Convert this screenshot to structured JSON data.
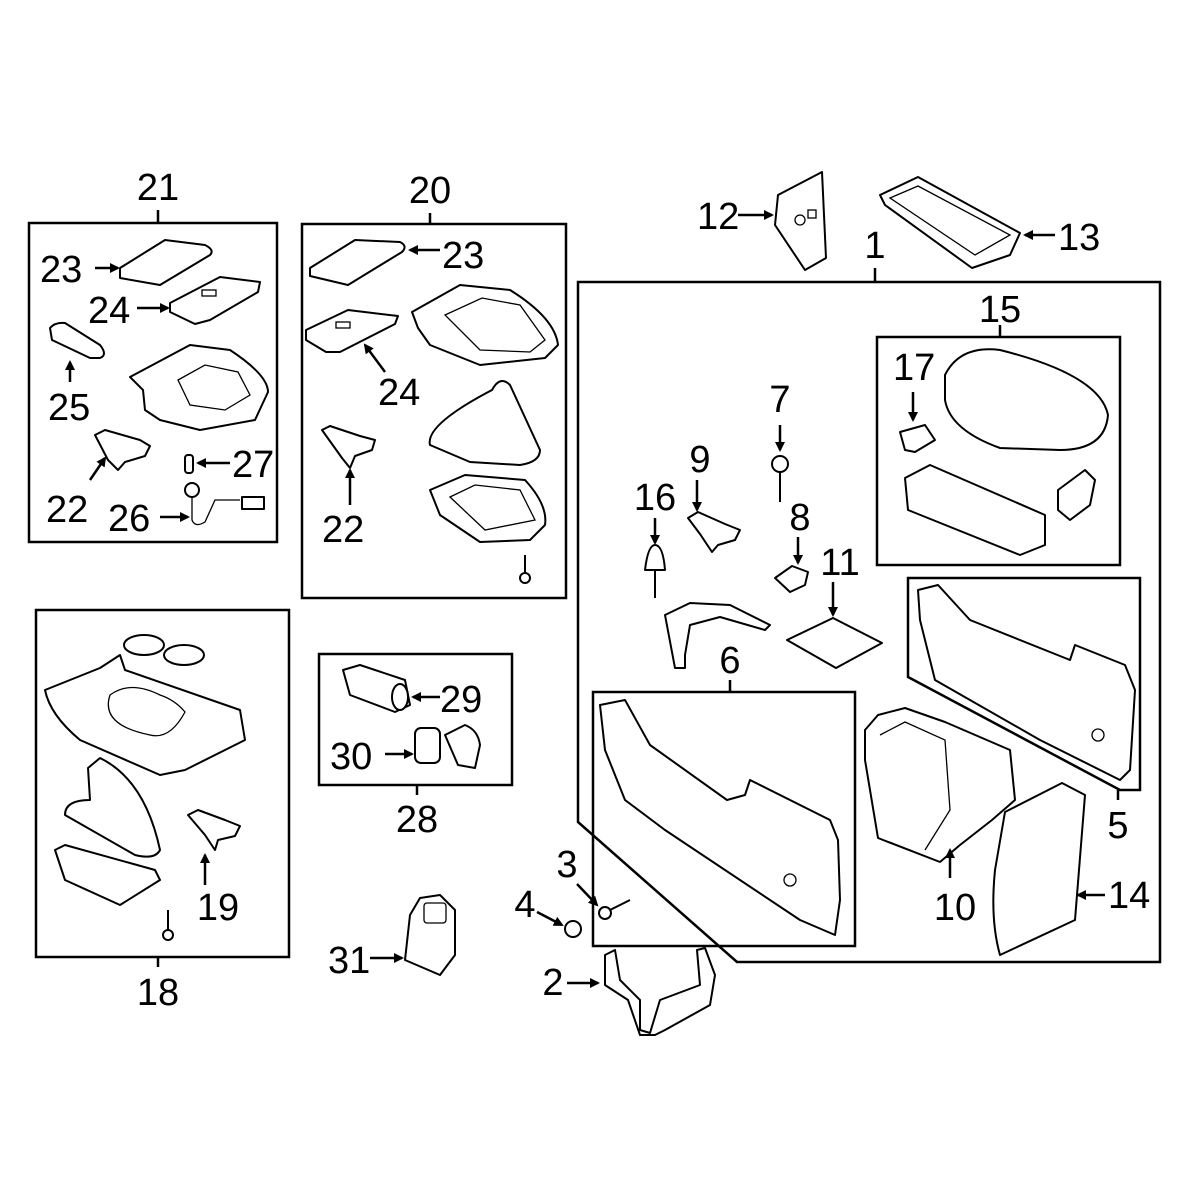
{
  "title": "Center Console Parts Diagram",
  "colors": {
    "line": "#000000",
    "background": "#ffffff"
  },
  "groups": [
    {
      "id": "21",
      "label": "21",
      "contains": [
        "23",
        "24",
        "25",
        "22",
        "27",
        "26"
      ]
    },
    {
      "id": "20",
      "label": "20",
      "contains": [
        "23",
        "24",
        "22"
      ]
    },
    {
      "id": "1",
      "label": "1",
      "contains": [
        "15",
        "17",
        "7",
        "9",
        "16",
        "8",
        "11",
        "6",
        "5",
        "10",
        "14"
      ]
    },
    {
      "id": "15",
      "label": "15",
      "contains": [
        "17"
      ]
    },
    {
      "id": "6",
      "label": "6"
    },
    {
      "id": "5",
      "label": "5"
    },
    {
      "id": "18",
      "label": "18",
      "contains": [
        "19"
      ]
    },
    {
      "id": "28",
      "label": "28",
      "contains": [
        "29",
        "30"
      ]
    }
  ],
  "callouts": {
    "c21": "21",
    "c23a": "23",
    "c24a": "24",
    "c25": "25",
    "c22a": "22",
    "c27": "27",
    "c26": "26",
    "c20": "20",
    "c23b": "23",
    "c24b": "24",
    "c22b": "22",
    "c12": "12",
    "c13": "13",
    "c1": "1",
    "c15": "15",
    "c17": "17",
    "c7": "7",
    "c9": "9",
    "c16": "16",
    "c8": "8",
    "c11": "11",
    "c6": "6",
    "c5": "5",
    "c10": "10",
    "c14": "14",
    "c18": "18",
    "c19": "19",
    "c28": "28",
    "c29": "29",
    "c30": "30",
    "c31": "31",
    "c3": "3",
    "c4": "4",
    "c2": "2"
  }
}
